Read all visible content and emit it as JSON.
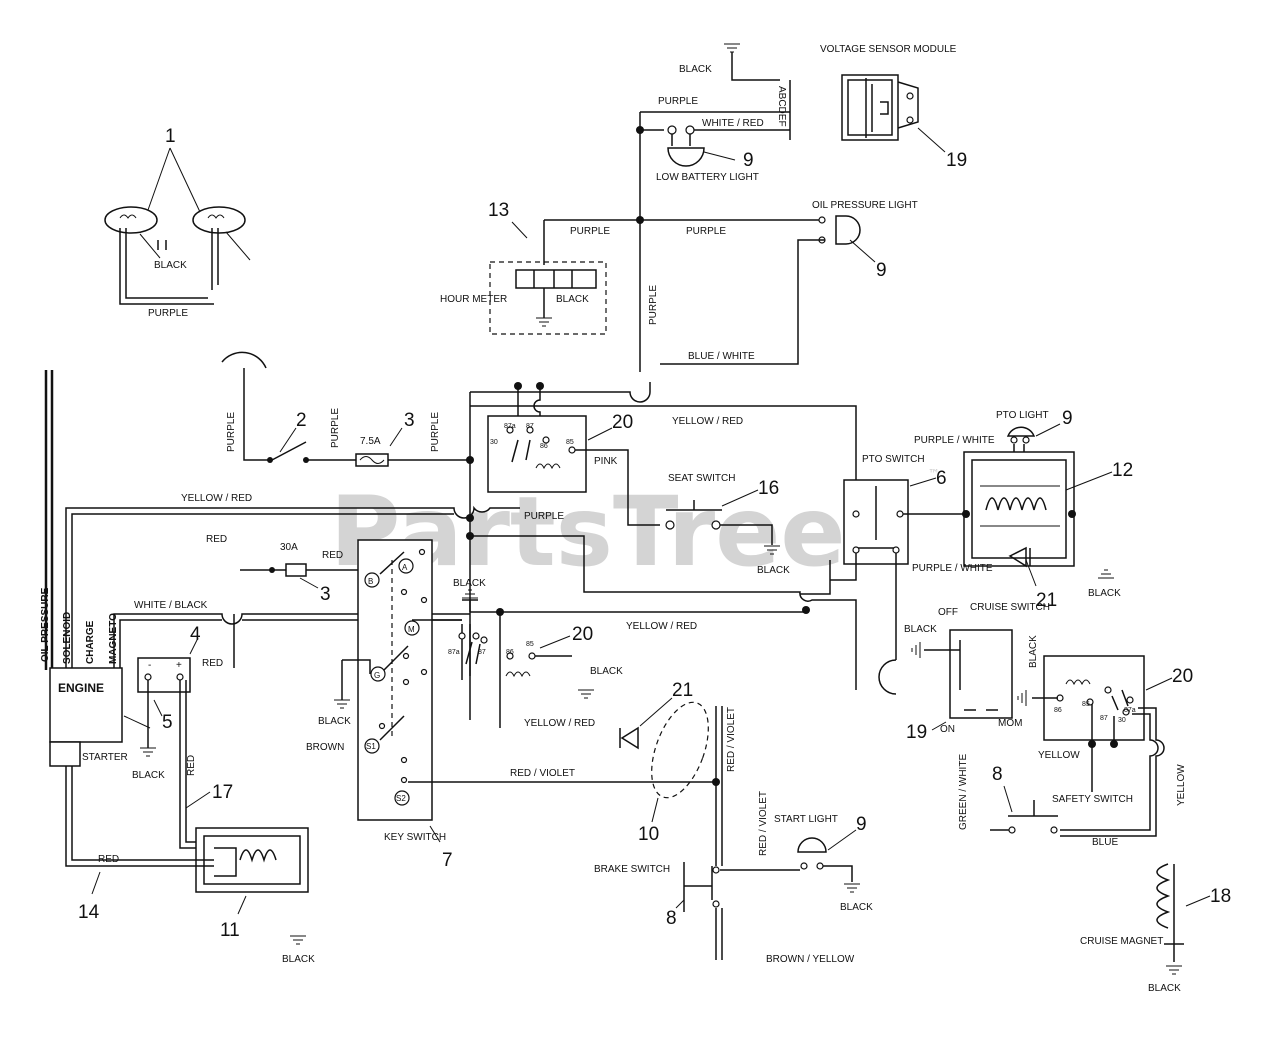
{
  "watermark": {
    "text": "PartsTree",
    "tm": "™"
  },
  "labels": {
    "black_top": "BLACK",
    "voltage_sensor_module": "VOLTAGE SENSOR MODULE",
    "pins": "ABCDEF",
    "purple_top": "PURPLE",
    "white_red": "WHITE / RED",
    "low_battery_light": "LOW BATTERY LIGHT",
    "purple_13": "PURPLE",
    "purple_mid": "PURPLE",
    "oil_pressure_light": "OIL PRESSURE LIGHT",
    "black_lamps": "BLACK",
    "purple_lamps": "PURPLE",
    "hour_meter": "HOUR METER",
    "black_hour": "BLACK",
    "purple_vertical": "PURPLE",
    "blue_white": "BLUE / WHITE",
    "purple_curve": "PURPLE",
    "purple_sw": "PURPLE",
    "fuse_75": "7.5A",
    "purple_fuse": "PURPLE",
    "yellow_red_top": "YELLOW / RED",
    "pink": "PINK",
    "seat_switch": "SEAT SWITCH",
    "pto_switch": "PTO SWITCH",
    "pto_light": "PTO LIGHT",
    "purple_white_top": "PURPLE / WHITE",
    "yellow_red_left": "YELLOW / RED",
    "purple_20": "PURPLE",
    "red_left": "RED",
    "fuse_30": "30A",
    "red_fuse": "RED",
    "black_mid": "BLACK",
    "black_seat": "BLACK",
    "purple_white_bottom": "PURPLE / WHITE",
    "black_pto": "BLACK",
    "oil_pressure": "OIL PRESSURE",
    "solenoid": "SOLENOID",
    "charge": "CHARGE",
    "magneto": "MAGNETO",
    "white_black": "WHITE / BLACK",
    "red_batt": "RED",
    "yellow_red_mid": "YELLOW / RED",
    "black_relay": "BLACK",
    "engine": "ENGINE",
    "starter": "STARTER",
    "black_ground": "BLACK",
    "brown": "BROWN",
    "yellow_red_low": "YELLOW / RED",
    "black_engine": "BLACK",
    "red_vert": "RED",
    "red_violet": "RED / VIOLET",
    "red_violet_v1": "RED / VIOLET",
    "key_switch": "KEY SWITCH",
    "red_violet_v2": "RED / VIOLET",
    "start_light": "START LIGHT",
    "brake_switch": "BRAKE SWITCH",
    "black_start": "BLACK",
    "red_bottom": "RED",
    "black_bottom": "BLACK",
    "brown_yellow": "BROWN / YELLOW",
    "off": "OFF",
    "cruise_switch": "CRUISE SWITCH",
    "black_cruise": "BLACK",
    "black_cruise_v": "BLACK",
    "on": "ON",
    "mom": "MOM",
    "yellow_cruise": "YELLOW",
    "yellow_right": "YELLOW",
    "green_white": "GREEN / WHITE",
    "safety_switch": "SAFETY SWITCH",
    "blue": "BLUE",
    "cruise_magnet": "CRUISE MAGNET",
    "black_magnet": "BLACK"
  },
  "relay_pins": {
    "p30": "30",
    "p87a": "87a",
    "p87": "87",
    "p86": "86",
    "p85": "85"
  },
  "relay_pins_right": {
    "p86": "86",
    "p85": "85",
    "p87": "87",
    "p30": "30",
    "p87a": "87a"
  },
  "key_terminals": {
    "a": "A",
    "b": "B",
    "m": "M",
    "g": "G",
    "s1": "S1",
    "s2": "S2"
  },
  "battery_terms": {
    "neg": "-",
    "pos": "+"
  },
  "callouts": {
    "c1": "1",
    "c2": "2",
    "c3a": "3",
    "c3b": "3",
    "c4": "4",
    "c5": "5",
    "c6": "6",
    "c7": "7",
    "c8a": "8",
    "c8b": "8",
    "c9a": "9",
    "c9b": "9",
    "c9c": "9",
    "c9d": "9",
    "c10": "10",
    "c11": "11",
    "c12": "12",
    "c13": "13",
    "c14": "14",
    "c16": "16",
    "c17": "17",
    "c18": "18",
    "c19a": "19",
    "c19b": "19",
    "c20a": "20",
    "c20b": "20",
    "c20c": "20",
    "c21a": "21",
    "c21b": "21"
  }
}
